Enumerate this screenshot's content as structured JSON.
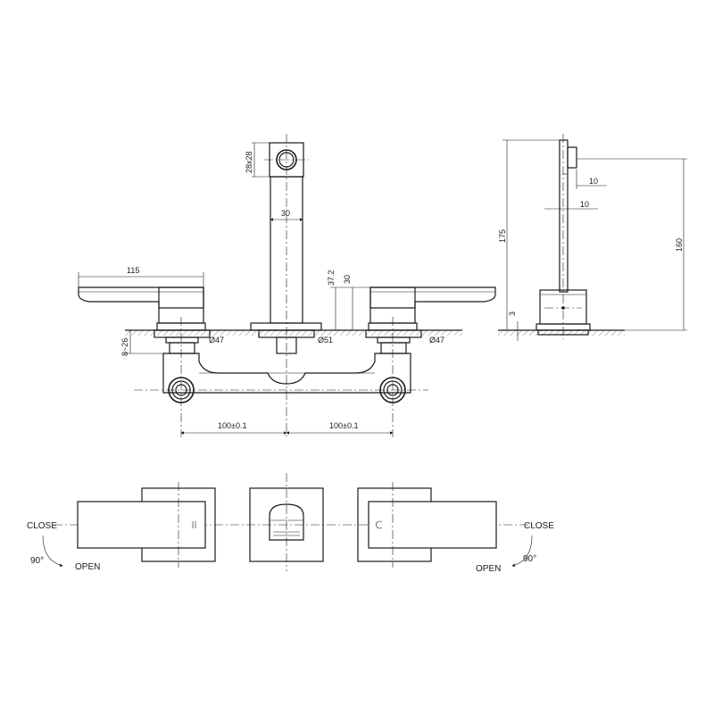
{
  "dims": {
    "square_size": "28x28",
    "spout_width": "30",
    "lever_length": "115",
    "height_37": "37.2",
    "height_30": "30",
    "rough_in": "8~26",
    "dia_left": "Ø47",
    "dia_center": "Ø51",
    "dia_right": "Ø47",
    "spacing_left": "100±0.1",
    "spacing_right": "100±0.1",
    "side_total": "175",
    "side_spout": "160",
    "side_base": "3",
    "side_w1": "10",
    "side_w2": "10"
  },
  "labels": {
    "close_left": "CLOSE",
    "open_left": "OPEN",
    "deg_left": "90°",
    "close_right": "CLOSE",
    "open_right": "OPEN",
    "deg_right": "90°"
  }
}
